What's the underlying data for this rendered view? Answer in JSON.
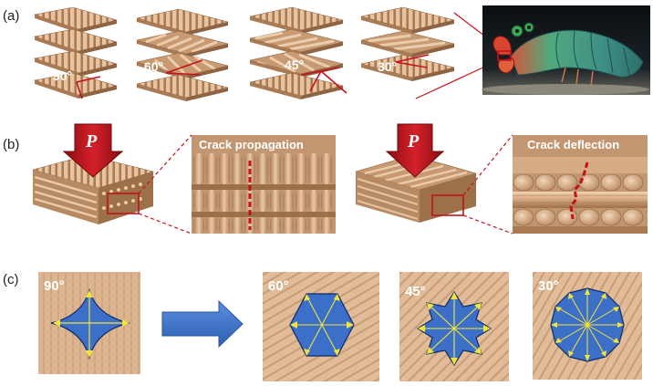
{
  "panels": {
    "a": {
      "label": "(a)",
      "angles": [
        "90°",
        "60°",
        "45°",
        "30°"
      ]
    },
    "b": {
      "label": "(b)",
      "load_symbol": "P",
      "zoom_titles": [
        "Crack propagation",
        "Crack deflection"
      ]
    },
    "c": {
      "label": "(c)",
      "angles": [
        "90°",
        "60°",
        "45°",
        "30°"
      ]
    }
  },
  "colors": {
    "fiber": "#d2a57e",
    "fiber_dark": "#a97b55",
    "fiber_light": "#ecc9a6",
    "load_arrow": "#c0141b",
    "crack": "#c8101b",
    "zoom_box": "#c0141b",
    "polygon_fill": "#3c6fc7",
    "polygon_edge": "#0d2a6a",
    "star_lines": "#f2e43a",
    "big_arrow": "#3b73c8"
  },
  "icons": {
    "big_arrow": "right-arrow-icon",
    "load_arrow": "down-arrow-icon"
  }
}
